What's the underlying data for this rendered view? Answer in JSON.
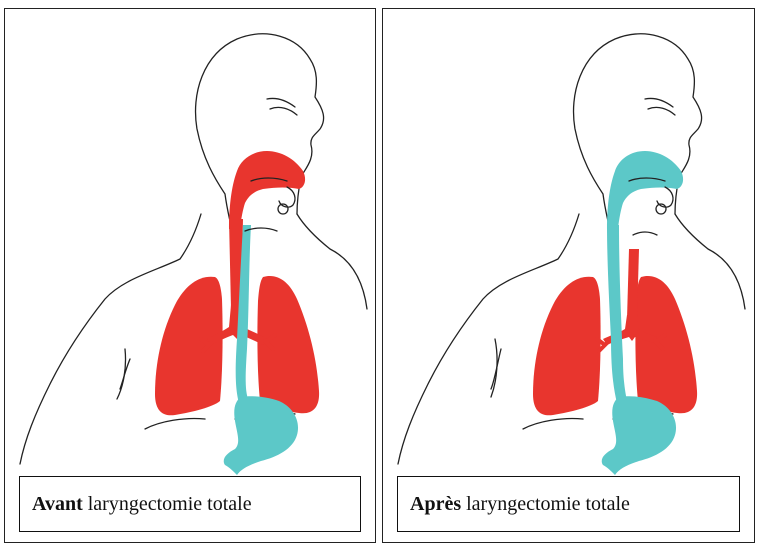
{
  "colors": {
    "air": "#e8352e",
    "food": "#5cc8c8",
    "outline": "#222222"
  },
  "panels": {
    "before": {
      "caption_bold": "Avant",
      "caption_rest": "laryngectomie totale"
    },
    "after": {
      "caption_bold": "Après",
      "caption_rest": "laryngectomie totale"
    }
  }
}
